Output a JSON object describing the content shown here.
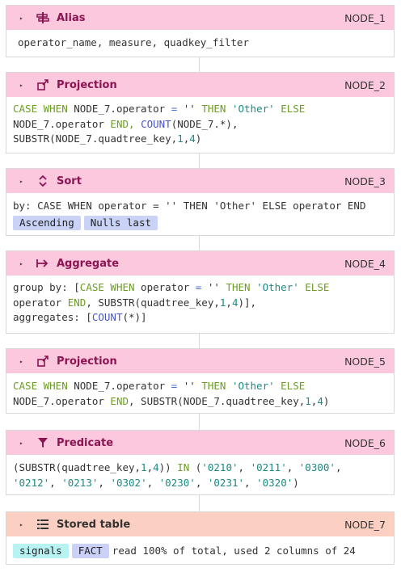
{
  "nodes": [
    {
      "title": "Alias",
      "id": "NODE_1",
      "icon": "alias-icon"
    },
    {
      "title": "Projection",
      "id": "NODE_2",
      "icon": "projection-icon"
    },
    {
      "title": "Sort",
      "id": "NODE_3",
      "icon": "sort-icon"
    },
    {
      "title": "Aggregate",
      "id": "NODE_4",
      "icon": "aggregate-icon"
    },
    {
      "title": "Projection",
      "id": "NODE_5",
      "icon": "projection-icon"
    },
    {
      "title": "Predicate",
      "id": "NODE_6",
      "icon": "filter-icon"
    },
    {
      "title": "Stored table",
      "id": "NODE_7",
      "icon": "table-icon"
    }
  ],
  "alias": {
    "text": "operator_name, measure, quadkey_filter"
  },
  "proj1": {
    "l1": [
      "CASE WHEN",
      "NODE_7.operator",
      "=",
      "''",
      "THEN",
      "'Other'",
      "ELSE"
    ],
    "l2": [
      "NODE_7.operator",
      "END,",
      "COUNT",
      "(NODE_7.*),"
    ],
    "l3": [
      "SUBSTR(NODE_7.quadtree_key,",
      "1",
      ",",
      "4",
      ")"
    ]
  },
  "sort": {
    "line": "by: CASE WHEN operator = '' THEN 'Other' ELSE operator END",
    "asc": "Ascending",
    "nulls": "Nulls last"
  },
  "agg": {
    "l1a": "group by: [",
    "l1b": "CASE WHEN",
    "l1c": " operator ",
    "l1d": "=",
    "l1e": " '' ",
    "l1f": "THEN",
    "l1g": " 'Other' ",
    "l1h": "ELSE",
    "l2a": "operator ",
    "l2b": "END",
    "l2c": ", SUBSTR(quadtree_key,",
    "l2d": "1",
    "l2e": ",",
    "l2f": "4",
    "l2g": ")],",
    "l3a": "aggregates: [",
    "l3b": "COUNT",
    "l3c": "(*)]"
  },
  "proj2": {
    "l1a": "CASE WHEN",
    "l1b": " NODE_7.operator ",
    "l1c": "=",
    "l1d": " '' ",
    "l1e": "THEN",
    "l1f": " 'Other' ",
    "l1g": "ELSE",
    "l2a": "NODE_7.operator ",
    "l2b": "END",
    "l2c": ", SUBSTR(NODE_7.quadtree_key,",
    "l2d": "1",
    "l2e": ",",
    "l2f": "4",
    "l2g": ")"
  },
  "pred": {
    "l1a": "(SUBSTR(quadtree_key,",
    "l1b": "1",
    "l1c": ",",
    "l1d": "4",
    "l1e": ")) ",
    "l1f": "IN",
    "l1g": " (",
    "v1": "'0210'",
    "v2": "'0211'",
    "v3": "'0300'",
    "v4": "'0212'",
    "v5": "'0213'",
    "v6": "'0302'",
    "v7": "'0230'",
    "v8": "'0231'",
    "v9": "'0320'",
    "sep": ", ",
    "end": ",",
    "close": ")"
  },
  "stored": {
    "table": "signals",
    "kind": "FACT",
    "info": "read 100% of total, used 2 columns of 24"
  }
}
